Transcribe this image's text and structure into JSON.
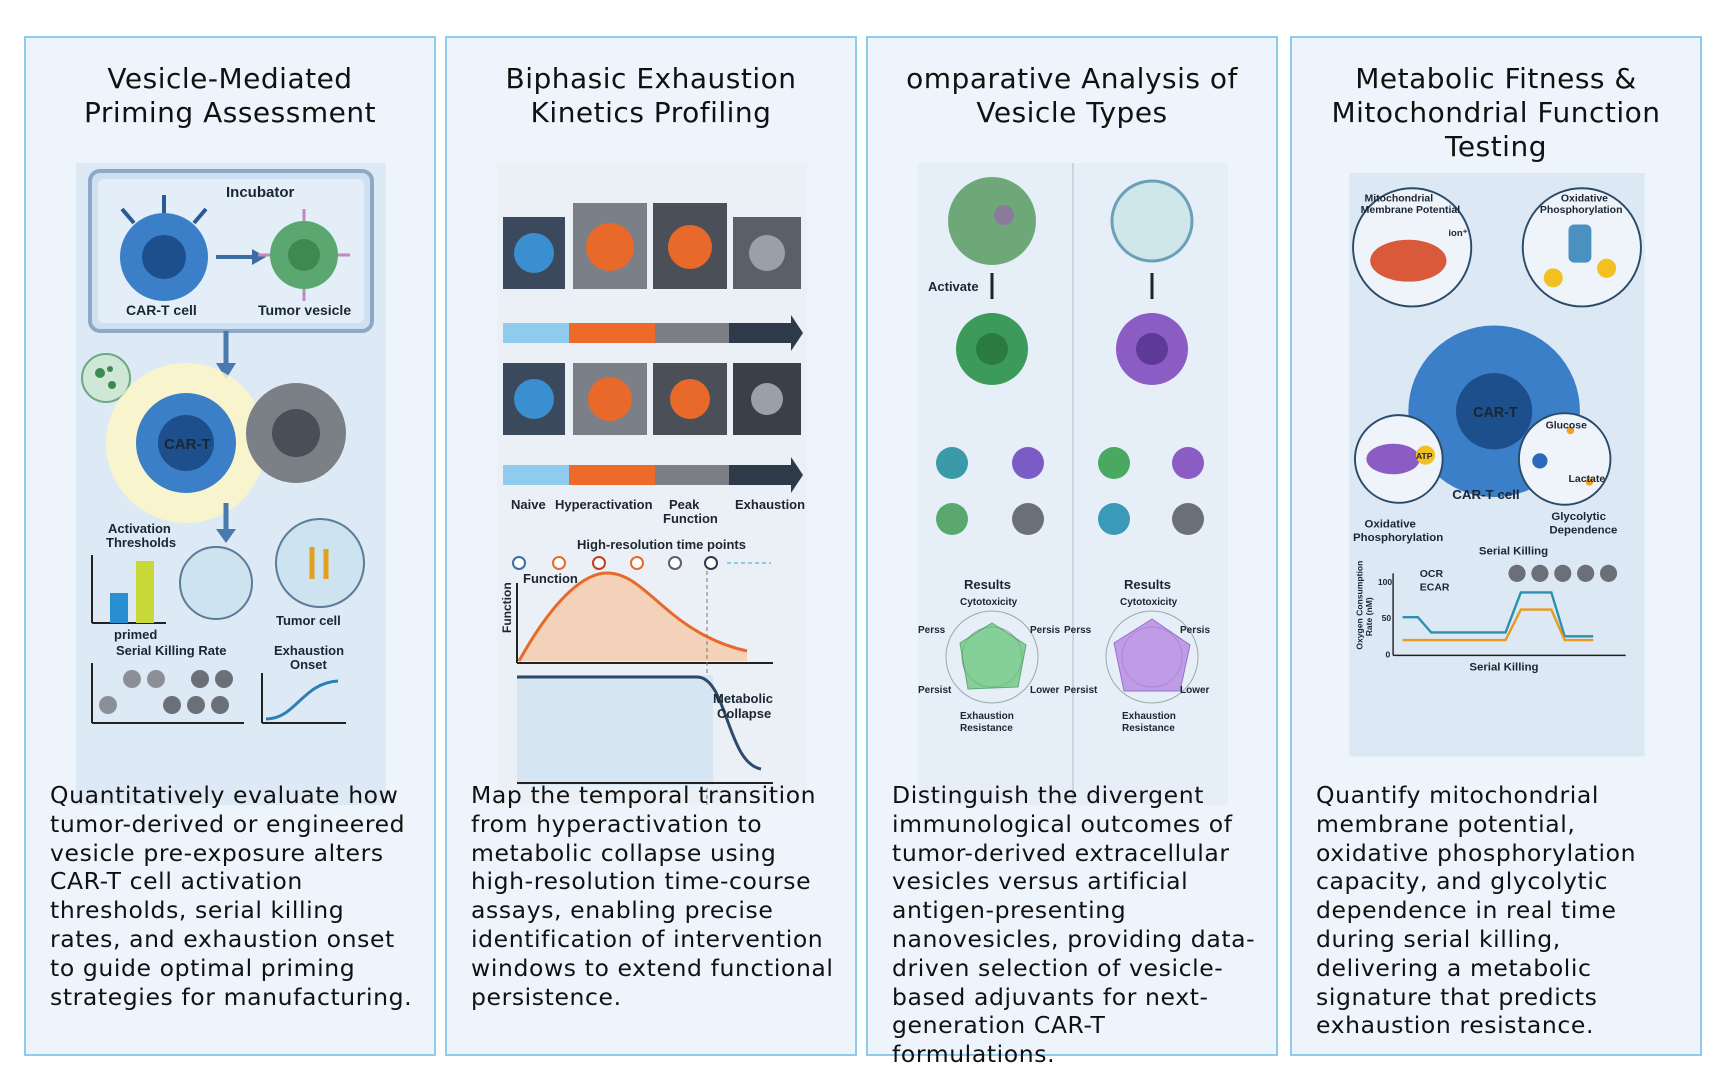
{
  "panels": [
    {
      "title": [
        "Vesicle-Mediated",
        "Priming Assessment"
      ],
      "labels": {
        "incubator": "Incubator",
        "cart_cell": "CAR-T cell",
        "tumor_vesicle": "Tumor vesicle",
        "cart": "CAR-T",
        "activation_thresholds": [
          "Activation",
          "Thresholds"
        ],
        "primed": "primed",
        "tumor_cell": "Tumor cell",
        "serial_killing_rate": "Serial Killing Rate",
        "exhaustion_onset": [
          "Exhaustion",
          "Onset"
        ]
      },
      "description": "Quantitatively evaluate how tumor-derived or engineered vesicle pre-exposure alters CAR-T cell activation thresholds, serial killing rates, and exhaustion onset to guide optimal priming strategies for manufacturing."
    },
    {
      "title": [
        "Biphasic Exhaustion",
        "Kinetics Profiling"
      ],
      "labels": {
        "naive": "Naive",
        "hyperactivation": "Hyperactivation",
        "peak_function": [
          "Peak",
          "Function"
        ],
        "exhaustion": "Exhaustion",
        "time_points": "High-resolution time points",
        "function_axis": "Function",
        "function_curve": "Function",
        "metabolic_collapse": [
          "Metabolic",
          "Collapse"
        ]
      },
      "description": "Map the temporal transition from hyperactivation to metabolic collapse using high-resolution time-course assays, enabling precise identification of intervention windows to extend functional persistence."
    },
    {
      "title": [
        "omparative Analysis of",
        "Vesicle Types"
      ],
      "labels": {
        "activate": "Activate",
        "results": "Results",
        "cytotoxicity": "Cytotoxicity",
        "perss": "Perss",
        "persis": "Persis",
        "persist": "Persist",
        "lower": "Lower",
        "exhaustion_resistance": [
          "Exhaustion",
          "Resistance"
        ]
      },
      "description": "Distinguish the divergent immunological outcomes of tumor-derived extracellular vesicles versus artificial antigen-presenting nanovesicles, providing data-driven selection of vesicle-based adjuvants for next-generation CAR-T formulations."
    },
    {
      "title": [
        "Metabolic Fitness &",
        "Mitochondrial Function",
        "Testing"
      ],
      "labels": {
        "mito_potential": [
          "Mitochondrial",
          "Membrane Potential"
        ],
        "oxphos_top": [
          "Oxidative",
          "Phosphorylation"
        ],
        "ion": "ion⁺",
        "atp": "ATP",
        "cart": "CAR-T",
        "glucose": "Glucose",
        "lactate": "Lactate",
        "cart_cell": "CAR-T cell",
        "oxphos_bottom": [
          "Oxidative",
          "Phosphorylation"
        ],
        "glycolytic": [
          "Glycolytic",
          "Dependence"
        ],
        "serial_killing": "Serial Killing",
        "ocr": "OCR",
        "ecar": "ECAR",
        "y_axis": [
          "Oxygen Consumption",
          "Rate (nM)"
        ],
        "y_ticks": [
          "100",
          "50",
          "0"
        ],
        "x_axis": "Serial Killing"
      },
      "description": "Quantify mitochondrial membrane potential, oxidative phosphorylation capacity, and glycolytic dependence in real time during serial killing, delivering a metabolic signature that predicts exhaustion resistance."
    }
  ],
  "colors": {
    "panel_border": "#8ecbec",
    "panel_bg": "#eef4fc",
    "cart_blue": "#3a7fc8",
    "tumor_green": "#5aa870",
    "hyper_orange": "#e8692a",
    "vesicle_purple": "#8a5cc4",
    "ocr_line": "#2b8fb0",
    "ecar_line": "#e89a20"
  }
}
